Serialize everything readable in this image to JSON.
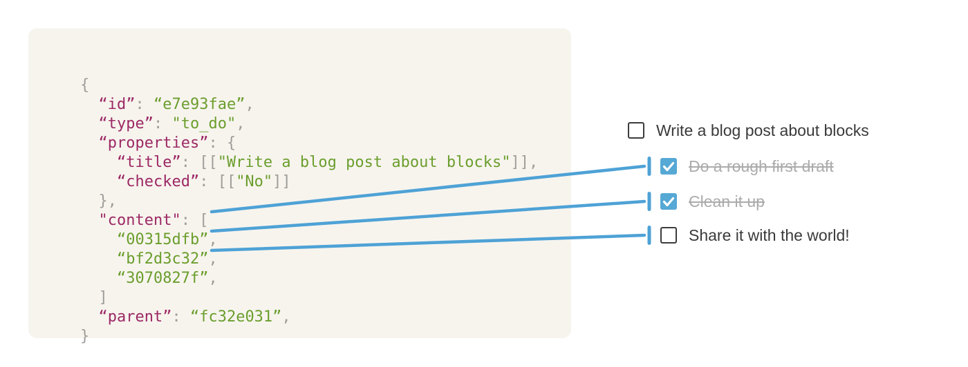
{
  "colors": {
    "page_bg": "#ffffff",
    "panel_bg": "#f7f4ee",
    "code_key": "#9c2964",
    "code_string": "#6b9e2d",
    "code_punct": "#9e9d99",
    "accent_blue": "#4ea2d6",
    "checkbox_fill": "#56a8d5",
    "checkbox_border": "#3b3b3b",
    "todo_text": "#3a3a3a",
    "done_text": "#ababab"
  },
  "code_block": {
    "lines": [
      {
        "tokens": [
          {
            "type": "punct",
            "text": "{"
          }
        ]
      },
      {
        "tokens": [
          {
            "type": "punct",
            "text": "  "
          },
          {
            "type": "key",
            "text": "“id”"
          },
          {
            "type": "punct",
            "text": ": "
          },
          {
            "type": "string",
            "text": "“e7e93fae”"
          },
          {
            "type": "punct",
            "text": ","
          }
        ]
      },
      {
        "tokens": [
          {
            "type": "punct",
            "text": "  "
          },
          {
            "type": "key",
            "text": "“type”"
          },
          {
            "type": "punct",
            "text": ": "
          },
          {
            "type": "string",
            "text": "\"to_do\""
          },
          {
            "type": "punct",
            "text": ","
          }
        ]
      },
      {
        "tokens": [
          {
            "type": "punct",
            "text": "  "
          },
          {
            "type": "key",
            "text": "“properties”"
          },
          {
            "type": "punct",
            "text": ": {"
          }
        ]
      },
      {
        "tokens": [
          {
            "type": "punct",
            "text": "    "
          },
          {
            "type": "key",
            "text": "“title”"
          },
          {
            "type": "punct",
            "text": ": [["
          },
          {
            "type": "string",
            "text": "\"Write a blog post about blocks\""
          },
          {
            "type": "punct",
            "text": "]],"
          }
        ]
      },
      {
        "tokens": [
          {
            "type": "punct",
            "text": "    "
          },
          {
            "type": "key",
            "text": "“checked”"
          },
          {
            "type": "punct",
            "text": ": [["
          },
          {
            "type": "string",
            "text": "\"No\""
          },
          {
            "type": "punct",
            "text": "]]"
          }
        ]
      },
      {
        "tokens": [
          {
            "type": "punct",
            "text": "  },"
          }
        ]
      },
      {
        "tokens": [
          {
            "type": "punct",
            "text": "  "
          },
          {
            "type": "key",
            "text": "\"content\""
          },
          {
            "type": "punct",
            "text": ": ["
          }
        ]
      },
      {
        "tokens": [
          {
            "type": "punct",
            "text": "    "
          },
          {
            "type": "string",
            "text": "“00315dfb”"
          },
          {
            "type": "punct",
            "text": ","
          }
        ]
      },
      {
        "tokens": [
          {
            "type": "punct",
            "text": "    "
          },
          {
            "type": "string",
            "text": "“bf2d3c32”"
          },
          {
            "type": "punct",
            "text": ","
          }
        ]
      },
      {
        "tokens": [
          {
            "type": "punct",
            "text": "    "
          },
          {
            "type": "string",
            "text": "“3070827f”"
          },
          {
            "type": "punct",
            "text": ","
          }
        ]
      },
      {
        "tokens": [
          {
            "type": "punct",
            "text": "  ]"
          }
        ]
      },
      {
        "tokens": [
          {
            "type": "punct",
            "text": "  "
          },
          {
            "type": "key",
            "text": "“parent”"
          },
          {
            "type": "punct",
            "text": ": "
          },
          {
            "type": "string",
            "text": "“fc32e031”"
          },
          {
            "type": "punct",
            "text": ","
          }
        ]
      },
      {
        "tokens": [
          {
            "type": "punct",
            "text": "}"
          }
        ]
      }
    ]
  },
  "todo_list": {
    "items": [
      {
        "label": "Write a blog post about blocks",
        "checked": false,
        "completed": false,
        "indented": false
      },
      {
        "label": "Do a rough first draft",
        "checked": true,
        "completed": true,
        "indented": true
      },
      {
        "label": "Clean it up",
        "checked": true,
        "completed": true,
        "indented": true
      },
      {
        "label": "Share it with the world!",
        "checked": false,
        "completed": false,
        "indented": true
      }
    ]
  },
  "connectors": [
    {
      "from_content_id": "00315dfb",
      "from_code_line": 8,
      "to_item_index": 1
    },
    {
      "from_content_id": "bf2d3c32",
      "from_code_line": 9,
      "to_item_index": 2
    },
    {
      "from_content_id": "3070827f",
      "from_code_line": 10,
      "to_item_index": 3
    }
  ]
}
